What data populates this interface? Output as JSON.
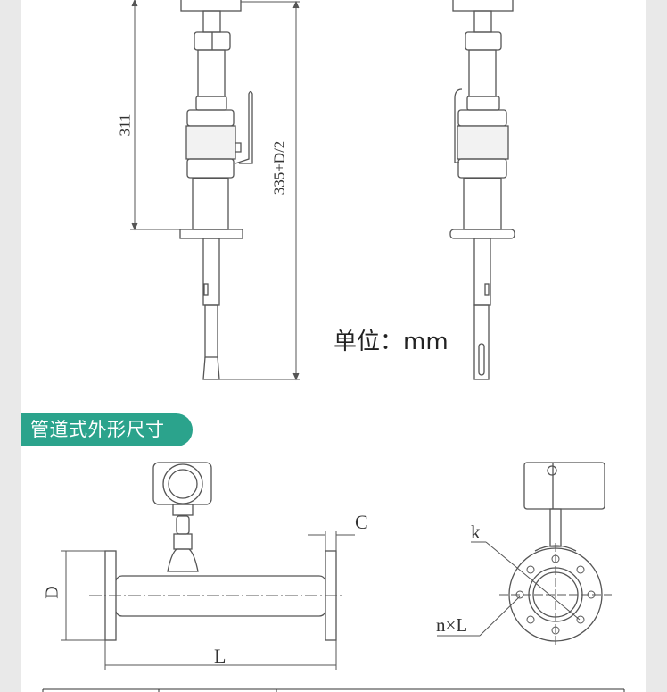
{
  "section_insertion": {
    "dim_311": "311",
    "dim_total": "335+D/2",
    "unit_label": "单位：mm"
  },
  "section_pipeline": {
    "title": "管道式外形尺寸",
    "dim_D": "D",
    "dim_L": "L",
    "dim_C": "C",
    "dim_k": "k",
    "dim_nxl": "n×L"
  },
  "colors": {
    "accent": "#2ba38c",
    "line": "#555555"
  }
}
